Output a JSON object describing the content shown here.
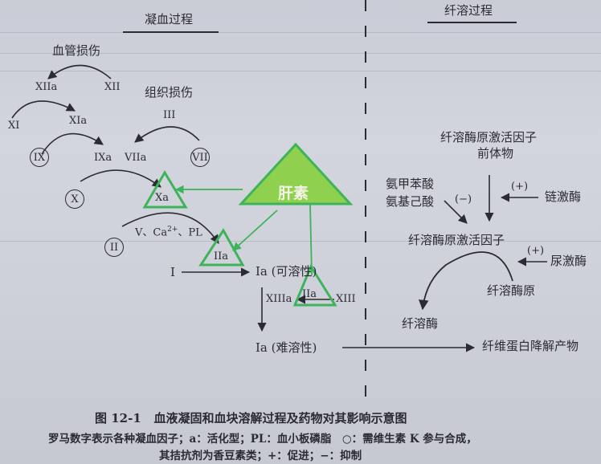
{
  "headers": {
    "coagulation": "凝血过程",
    "fibrinolysis": "纤溶过程"
  },
  "coagulation": {
    "vessel_injury": "血管损伤",
    "tissue_injury": "组织损伤",
    "factors": {
      "XII": "XII",
      "XIIa": "XIIa",
      "XI": "XI",
      "XIa": "XIa",
      "IX": "IX",
      "IXa": "IXa",
      "VIIa": "VIIa",
      "VII": "VII",
      "III": "III",
      "X": "X",
      "Xa": "Xa",
      "II": "II",
      "IIa": "IIa",
      "IIa_2": "IIa",
      "I": "I",
      "Ia_soluble": "Ia (可溶性)",
      "XIIIa": "XIIIa",
      "XIII": "XIII",
      "Ia_insoluble": "Ia (难溶性)"
    },
    "cofactors": "V、Ca",
    "cofactors_sup": "2+",
    "cofactors_tail": "、PL"
  },
  "heparin": {
    "label": "肝素",
    "fill_color": "#8fd14f",
    "stroke_color": "#3db35a"
  },
  "fibrinolysis": {
    "plasminogen_activator_precursor_1": "纤溶酶原激活因子",
    "plasminogen_activator_precursor_2": "前体物",
    "inhibitor_1": "氨甲苯酸",
    "inhibitor_2": "氨基己酸",
    "inhibit_sign": "(−)",
    "streptokinase": "链激酶",
    "promote_sign_1": "(+)",
    "plasminogen_activator": "纤溶酶原激活因子",
    "urokinase": "尿激酶",
    "promote_sign_2": "(+)",
    "plasminogen": "纤溶酶原",
    "plasmin": "纤溶酶",
    "fibrin_degradation": "纤维蛋白降解产物"
  },
  "caption": {
    "figure_number": "图 12-1",
    "title": "血液凝固和血块溶解过程及药物对其影响示意图",
    "note_line1": "罗马数字表示各种凝血因子；a：活化型；PL：血小板磷脂　○：需维生素 K 参与合成，",
    "note_line2": "其拮抗剂为香豆素类；+：促进；−：抑制"
  }
}
